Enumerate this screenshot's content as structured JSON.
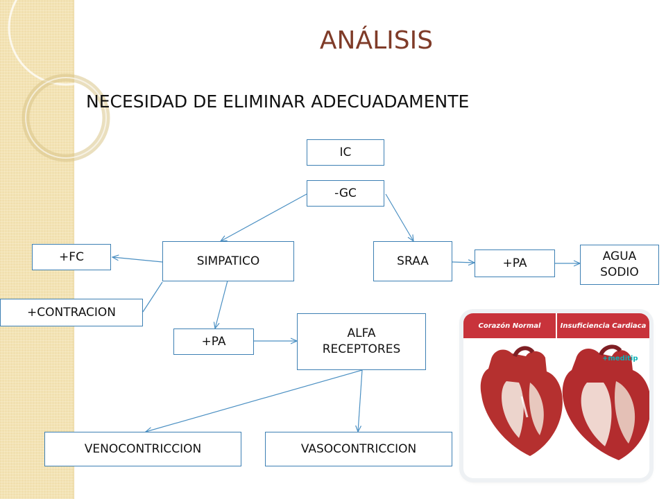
{
  "slide": {
    "title": "ANÁLISIS",
    "subtitle": "NECESIDAD DE ELIMINAR ADECUADAMENTE"
  },
  "diagram": {
    "nodes": {
      "ic": "IC",
      "gc": "-GC",
      "simpatico": "SIMPATICO",
      "sraa": "SRAA",
      "fc": "+FC",
      "contracion": "+CONTRACION",
      "pa_left": "+PA",
      "alfa": "ALFA\nRECEPTORES",
      "pa_right": "+PA",
      "agua_sodio": "AGUA\nSODIO",
      "venocontriccion": "VENOCONTRICCION",
      "vasocontriccion": "VASOCONTRICCION"
    }
  },
  "image": {
    "label_left": "Corazón Normal",
    "label_right": "Insuficiencia Cardiaca",
    "brand": "+meditip"
  },
  "colors": {
    "title": "#7f3b28",
    "box_border": "#3c7fb3",
    "arrow": "#4a8fc2",
    "header_red": "#c8333b"
  }
}
